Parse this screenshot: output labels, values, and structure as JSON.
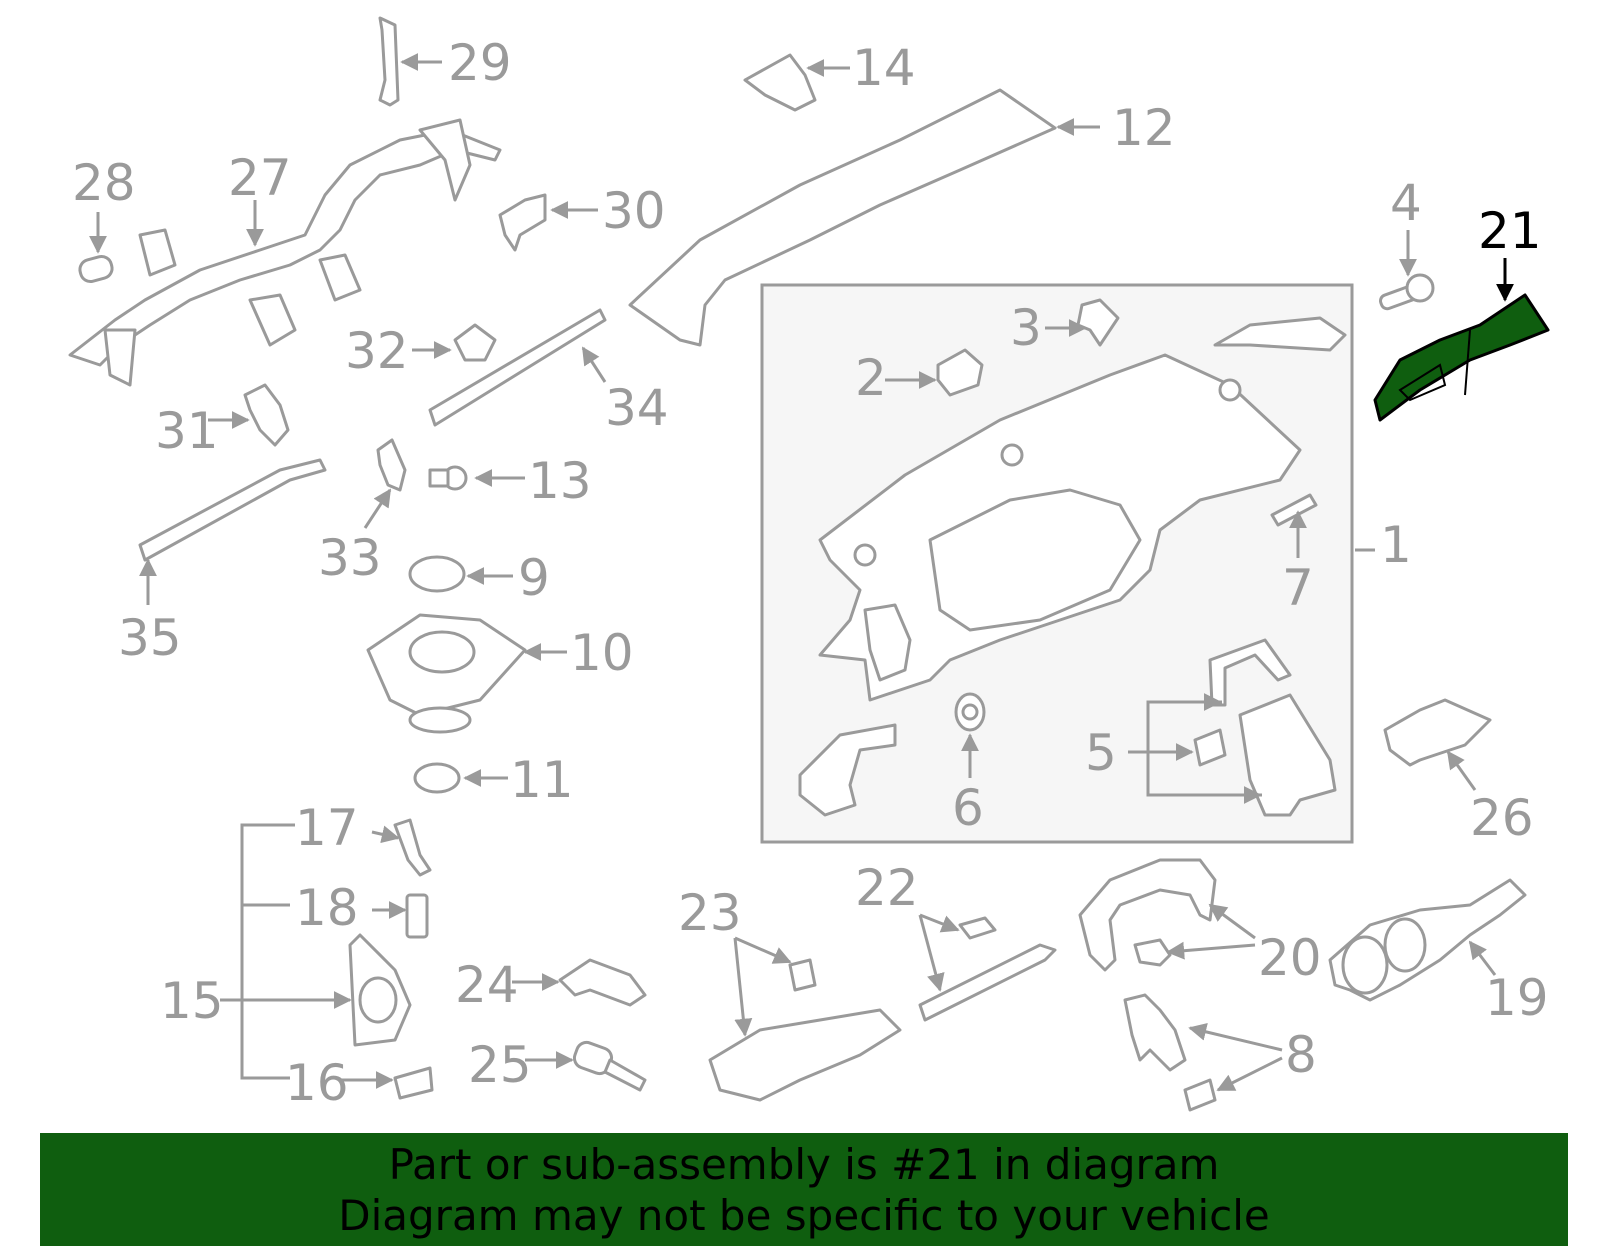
{
  "highlight_color": "#0f5e0f",
  "line_color": "#9a9a9a",
  "highlighted_part": "21",
  "callouts": [
    "1",
    "2",
    "3",
    "4",
    "5",
    "6",
    "7",
    "8",
    "9",
    "10",
    "11",
    "12",
    "13",
    "14",
    "15",
    "16",
    "17",
    "18",
    "19",
    "20",
    "21",
    "22",
    "23",
    "24",
    "25",
    "26",
    "27",
    "28",
    "29",
    "30",
    "31",
    "32",
    "33",
    "34",
    "35"
  ],
  "banner": {
    "line1": "Part or sub-assembly is #21 in diagram",
    "line2": "Diagram may not be specific to your vehicle"
  }
}
